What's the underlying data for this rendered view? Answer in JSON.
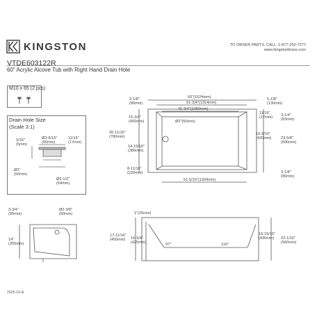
{
  "header": {
    "brand": "KINGSTON",
    "order_line": "TO ORDER PARTS, CALL: 1-877-252-7277",
    "website": "www.kingstonbrass.com",
    "model": "VTDE603122R",
    "subtitle": "60\" Acrylic Alcove Tub with Right Hand Drain Hole"
  },
  "screw_box": {
    "label": "M10 x 65 (2 pcs)"
  },
  "drain_box": {
    "title": "Drain Hole Size",
    "scale": "(Scale 3:1)",
    "dims": {
      "d1": [
        "3/16\"",
        "(5mm)"
      ],
      "d2": [
        "Ø3-9/16\"",
        "(90mm)"
      ],
      "d3": [
        "11/16\"",
        "(17mm)"
      ],
      "d4": [
        "Ø2\"",
        "(50mm)"
      ],
      "d5": [
        "Ø2-1/2\"",
        "(64mm)"
      ]
    }
  },
  "top_view": {
    "dims": {
      "overall_w": "60\"(1524mm)",
      "inner_w": "51-3/4\"(1314mm)",
      "floor_w": "41-3/4\"(1060mm)",
      "drain_d": "Ø2\"(50mm)",
      "left_top": [
        "3-1/8\"",
        "(80mm)"
      ],
      "right_top": [
        "5-1/8\"",
        "(130mm)"
      ],
      "right_a": [
        "11/16\"",
        "(17mm)"
      ],
      "right_b": [
        "3-1/4\"",
        "(83mm)"
      ],
      "left_c": [
        "15-3/4\"",
        "(400mm)"
      ],
      "left_d": [
        "30-11/16\"",
        "(780mm)"
      ],
      "left_e": [
        "14-15/16\"",
        "(380mm)"
      ],
      "right_f": [
        "16-9/16\"",
        "(420mm)"
      ],
      "right_g": [
        "23-5/8\"",
        "(600mm)"
      ],
      "bottom_left": [
        "8-11/16\"",
        "(220mm)"
      ],
      "bottom_w": "51-5/16\"(1304mm)",
      "bottom_right": [
        "3-1/8\"",
        "(80mm)"
      ]
    }
  },
  "side_view": {
    "dims": {
      "top_left": [
        "3-3/4\"",
        "(95mm)"
      ],
      "drain": [
        "Ø2-3/8\"",
        "(60mm)"
      ],
      "height": [
        "14\"",
        "(355mm)"
      ]
    }
  },
  "front_view": {
    "dims": {
      "rim": "1\"(25mm)",
      "h1": [
        "17-11/16\"",
        "(450mm)"
      ],
      "h2": [
        "16-3/4\"",
        "(425mm)"
      ],
      "angle_l": "97°",
      "angle_r": "116°",
      "h3": [
        "16-15/16\"",
        "(430mm)"
      ],
      "h4": [
        "22-1/16\"",
        "(560mm)"
      ]
    }
  },
  "footer": {
    "revision": "2025-10-A"
  },
  "colors": {
    "line": "#555555",
    "text": "#333333"
  }
}
